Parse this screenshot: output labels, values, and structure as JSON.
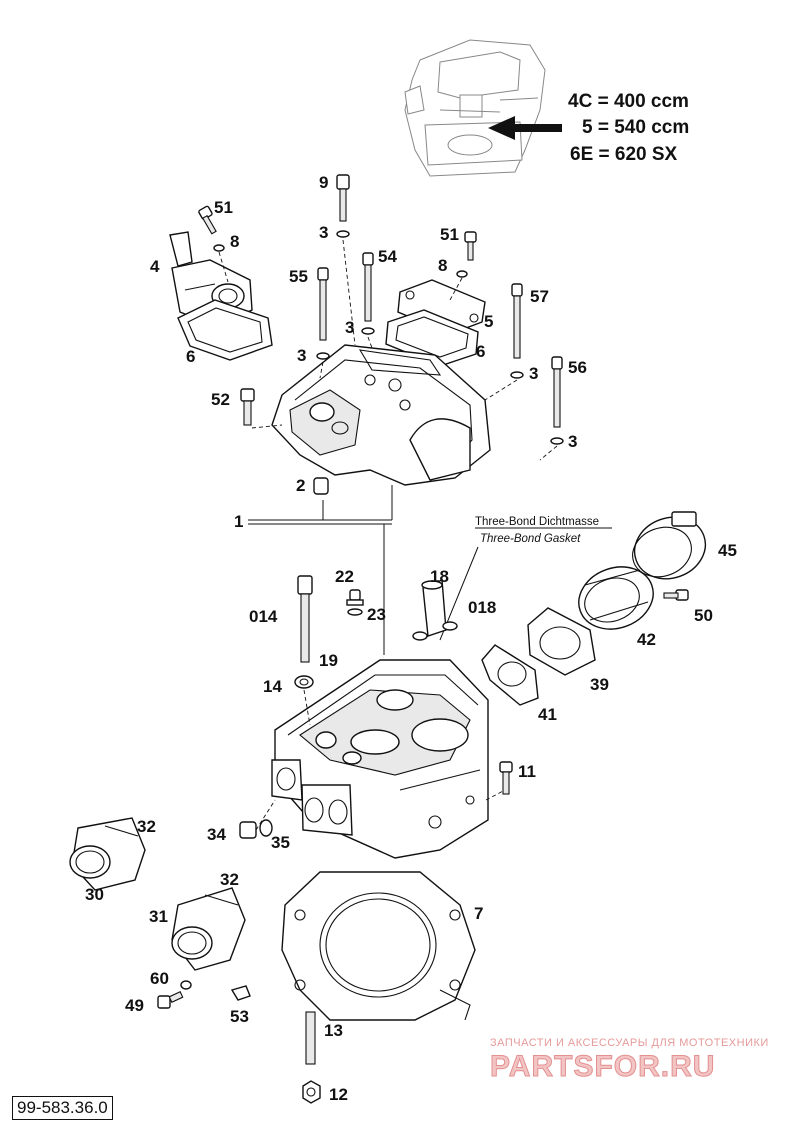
{
  "legend": {
    "line1": "4C = 400 ccm",
    "line2": "5 = 540 ccm",
    "line3": "6E = 620 SX"
  },
  "notes": {
    "dichtmasse": "Three-Bond Dichtmasse",
    "gasket": "Three-Bond Gasket"
  },
  "callouts": [
    {
      "id": "c-9",
      "text": "9"
    },
    {
      "id": "c-51a",
      "text": "51"
    },
    {
      "id": "c-8a",
      "text": "8"
    },
    {
      "id": "c-4",
      "text": "4"
    },
    {
      "id": "c-3a",
      "text": "3"
    },
    {
      "id": "c-51b",
      "text": "51"
    },
    {
      "id": "c-54",
      "text": "54"
    },
    {
      "id": "c-55",
      "text": "55"
    },
    {
      "id": "c-8b",
      "text": "8"
    },
    {
      "id": "c-57",
      "text": "57"
    },
    {
      "id": "c-6a",
      "text": "6"
    },
    {
      "id": "c-3b",
      "text": "3"
    },
    {
      "id": "c-5",
      "text": "5"
    },
    {
      "id": "c-3c",
      "text": "3"
    },
    {
      "id": "c-6b",
      "text": "6"
    },
    {
      "id": "c-3d",
      "text": "3"
    },
    {
      "id": "c-56",
      "text": "56"
    },
    {
      "id": "c-52",
      "text": "52"
    },
    {
      "id": "c-3e",
      "text": "3"
    },
    {
      "id": "c-2",
      "text": "2"
    },
    {
      "id": "c-1",
      "text": "1"
    },
    {
      "id": "c-45",
      "text": "45"
    },
    {
      "id": "c-22",
      "text": "22"
    },
    {
      "id": "c-18",
      "text": "18"
    },
    {
      "id": "c-014",
      "text": "014"
    },
    {
      "id": "c-23",
      "text": "23"
    },
    {
      "id": "c-018",
      "text": "018"
    },
    {
      "id": "c-50",
      "text": "50"
    },
    {
      "id": "c-42",
      "text": "42"
    },
    {
      "id": "c-19",
      "text": "19"
    },
    {
      "id": "c-14",
      "text": "14"
    },
    {
      "id": "c-39",
      "text": "39"
    },
    {
      "id": "c-41",
      "text": "41"
    },
    {
      "id": "c-11",
      "text": "11"
    },
    {
      "id": "c-32a",
      "text": "32"
    },
    {
      "id": "c-34",
      "text": "34"
    },
    {
      "id": "c-35",
      "text": "35"
    },
    {
      "id": "c-30",
      "text": "30"
    },
    {
      "id": "c-32b",
      "text": "32"
    },
    {
      "id": "c-31",
      "text": "31"
    },
    {
      "id": "c-7",
      "text": "7"
    },
    {
      "id": "c-60",
      "text": "60"
    },
    {
      "id": "c-49",
      "text": "49"
    },
    {
      "id": "c-53",
      "text": "53"
    },
    {
      "id": "c-13",
      "text": "13"
    },
    {
      "id": "c-12",
      "text": "12"
    }
  ],
  "watermark": {
    "subtitle": "ЗАПЧАСТИ И АКСЕССУАРЫ ДЛЯ МОТОТЕХНИКИ",
    "logo": "PARTSFOR.RU"
  },
  "doc_number": "99-583.36.0"
}
